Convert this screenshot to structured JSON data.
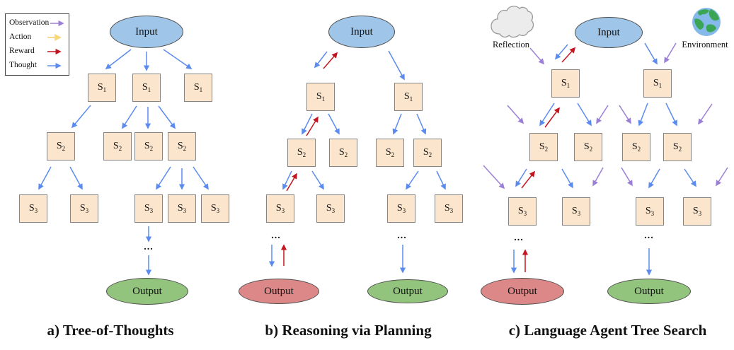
{
  "legend": {
    "items": [
      {
        "label": "Observation",
        "type": "observation",
        "color": "#9b7fd6"
      },
      {
        "label": "Action",
        "type": "action",
        "color": "#f6d87a"
      },
      {
        "label": "Reward",
        "type": "reward",
        "color": "#c41420"
      },
      {
        "label": "Thought",
        "type": "thought",
        "color": "#5b8bef"
      }
    ]
  },
  "colors": {
    "observation": "#9b7fd6",
    "action": "#f6d87a",
    "reward": "#c41420",
    "thought": "#5b8bef",
    "input_fill": "#9fc5e8",
    "state_fill": "#fbe5cc",
    "output_success_fill": "#93c47d",
    "output_fail_fill": "#dc8888"
  },
  "labels": {
    "input": "Input",
    "output": "Output",
    "state": "S",
    "sub1": "1",
    "sub2": "2",
    "sub3": "3",
    "ellipsis": "...",
    "reflection": "Reflection",
    "environment": "Environment"
  },
  "captions": {
    "a": "a) Tree-of-Thoughts",
    "b": "b) Reasoning via Planning",
    "c": "c) Language Agent Tree Search"
  },
  "icons": {
    "reflection": "cloud-icon",
    "environment": "globe-icon"
  }
}
